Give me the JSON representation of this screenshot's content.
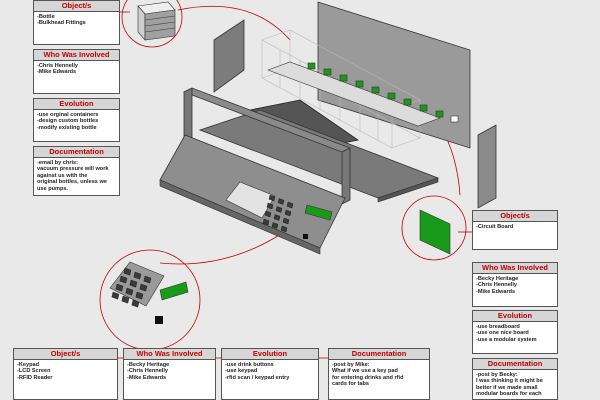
{
  "panels": {
    "top_left": [
      {
        "title": "Object/s",
        "items": [
          "-Bottle",
          "-Bulkhead Fittings"
        ]
      },
      {
        "title": "Who Was Involved",
        "items": [
          "-Chris Hennelly",
          "-Mike Edwards"
        ]
      },
      {
        "title": "Evolution",
        "items": [
          "-use orginal containers",
          "-design custom bottles",
          "-modify existing bottle"
        ]
      },
      {
        "title": "Documentation",
        "items": [
          "-email by chris:",
          "vacuum pressure will work",
          "against us with the",
          "original bottles, unless we",
          "use pumps."
        ]
      }
    ],
    "right": [
      {
        "title": "Object/s",
        "items": [
          "-Circuit Board"
        ]
      },
      {
        "title": "Who Was Involved",
        "items": [
          "-Becky Heritage",
          "-Chris Hennelly",
          "-Mike Edwards"
        ]
      },
      {
        "title": "Evolution",
        "items": [
          "-use breadboard",
          "-use one nice board",
          "-use a modular system"
        ]
      },
      {
        "title": "Documentation",
        "items": [
          "-post by Becky:",
          "I was thinking it might be",
          "better if we made small",
          "modular boards for each"
        ]
      }
    ],
    "bottom": [
      {
        "title": "Object/s",
        "items": [
          "-Keypad",
          "-LCD Screen",
          "-RFID Reader"
        ]
      },
      {
        "title": "Who Was Involved",
        "items": [
          "-Becky Heritage",
          "-Chris Hennelly",
          "-Mike Edwards"
        ]
      },
      {
        "title": "Evolution",
        "items": [
          "-use drink buttons",
          "-use keypad",
          "-rfid scan / keypad entry"
        ]
      },
      {
        "title": "Documentation",
        "items": [
          "-post by Mike:",
          "What if we use a key pad",
          "for entering drinks and rfid",
          "cards for tabs"
        ]
      }
    ]
  },
  "colors": {
    "header_text": "#c00000",
    "connector": "#c00000",
    "board_green": "#1a9a1a",
    "machine_gray": "#8c8c8c"
  }
}
